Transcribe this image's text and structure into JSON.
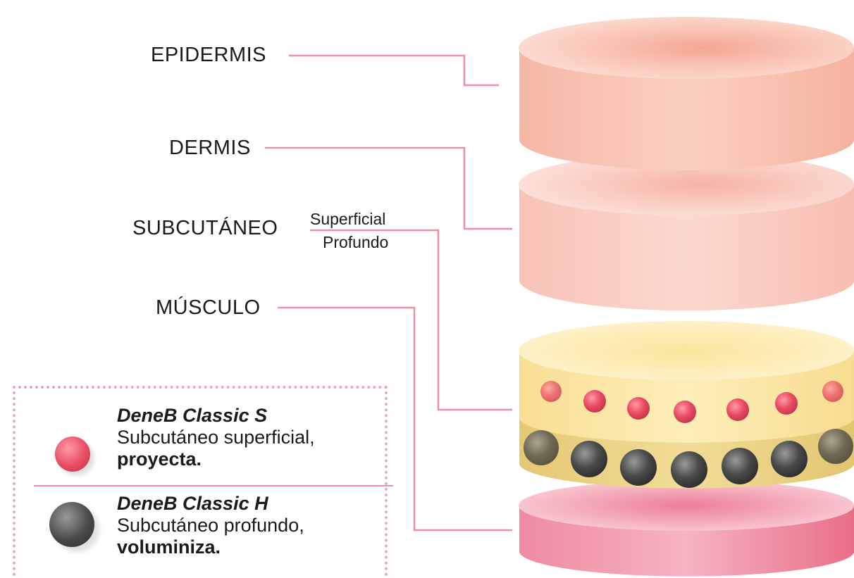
{
  "layers": {
    "epidermis": "EPIDERMIS",
    "dermis": "DERMIS",
    "subcutaneo": "SUBCUTÁNEO",
    "superficial": "Superficial",
    "profundo": "Profundo",
    "musculo": "MÚSCULO"
  },
  "legend": {
    "items": [
      {
        "title": "DeneB Classic S",
        "description": "Subcutáneo superficial,",
        "effect": "proyecta.",
        "ball": "red-sphere"
      },
      {
        "title": "DeneB Classic H",
        "description": "Subcutáneo profundo,",
        "effect": "voluminiza.",
        "ball": "dark-sphere"
      }
    ]
  },
  "colors": {
    "leader_line": "#ee8fa4",
    "epidermis": "#f7bfae",
    "dermis": "#f9c9bf",
    "subcutaneous_superficial": "#fbe7a6",
    "subcutaneous_deep": "#ead48c",
    "muscle": "#ef8aa0",
    "red_sphere": "#e8475f",
    "dark_sphere": "#4a4a4a"
  }
}
